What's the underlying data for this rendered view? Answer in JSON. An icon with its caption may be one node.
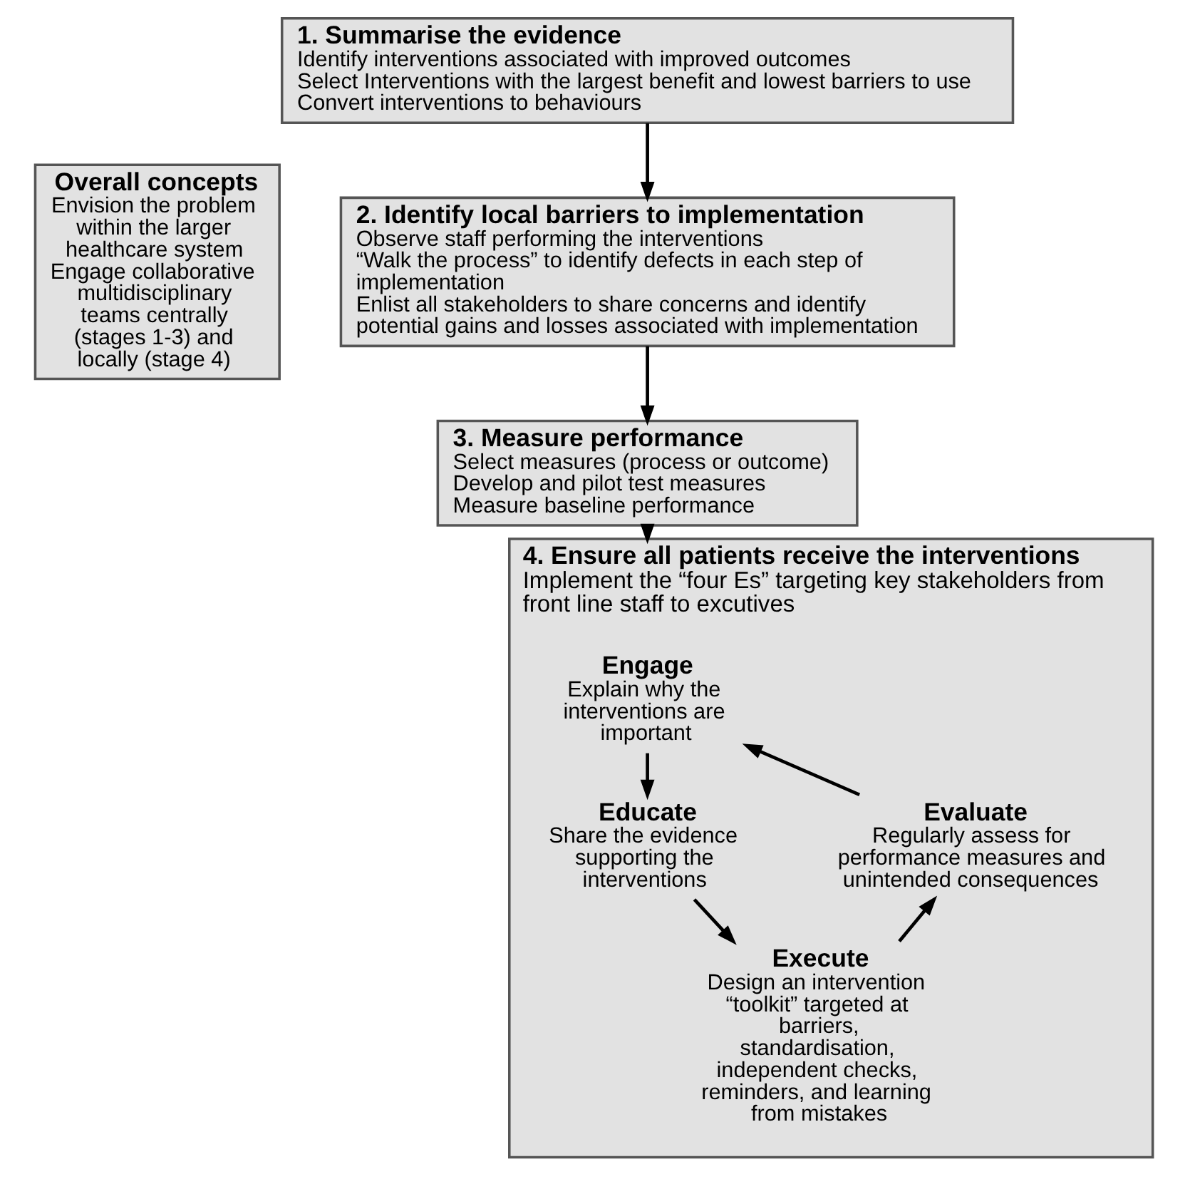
{
  "diagram": {
    "nodes": [
      {
        "text": [
          "Overall concepts",
          "Envision the problem within the larger healthcare system",
          "Engage collaborative multidisciplinary teams centrally (stages 1-3) and locally (stage 4)"
        ]
      },
      {
        "text": [
          "1. Summarise the evidence",
          "Identify interventions associated with improved outcomes",
          "Select Interventions with the largest benefit and lowest barriers to use",
          "Convert interventions to behaviours"
        ]
      },
      {
        "text": [
          "2. Identify local barriers to implementation",
          "Observe staff performing the interventions",
          "“Walk the process” to identify defects in each step of implementation",
          "Enlist all stakeholders to share concerns and identify potential gains and losses associated with implementation"
        ]
      },
      {
        "text": [
          "3. Measure performance",
          "Select measures (process or outcome)",
          "Develop and pilot test measures",
          "Measure baseline performance"
        ]
      },
      {
        "text": [
          "4. Ensure all patients receive the interventions",
          "Implement the “four Es” targeting key stakeholders from front line staff to excutives"
        ]
      },
      {
        "text": [
          "Engage",
          "Explain why the interventions are important"
        ],
        "in": 4
      },
      {
        "text": [
          "Educate",
          "Share the evidence supporting the interventions"
        ],
        "in": 4
      },
      {
        "text": [
          "Execute",
          "Design an intervention “toolkit” targeted at barriers, standardisation, independent checks, reminders, and learning from mistakes"
        ],
        "in": 4
      },
      {
        "text": [
          "Evaluate",
          "Regularly assess for performance measures and unintended consequences"
        ],
        "in": 4
      }
    ],
    "edges": [
      {
        "from": 1,
        "to": 2,
        "arrow": "to"
      },
      {
        "from": 2,
        "to": 3,
        "arrow": "to"
      },
      {
        "from": 3,
        "to": 4,
        "arrow": "to"
      },
      {
        "from": 5,
        "to": 6,
        "arrow": "to"
      },
      {
        "from": 6,
        "to": 7,
        "arrow": "to"
      },
      {
        "from": 7,
        "to": 8,
        "arrow": "to"
      },
      {
        "from": 8,
        "to": 5,
        "arrow": "to"
      }
    ]
  }
}
